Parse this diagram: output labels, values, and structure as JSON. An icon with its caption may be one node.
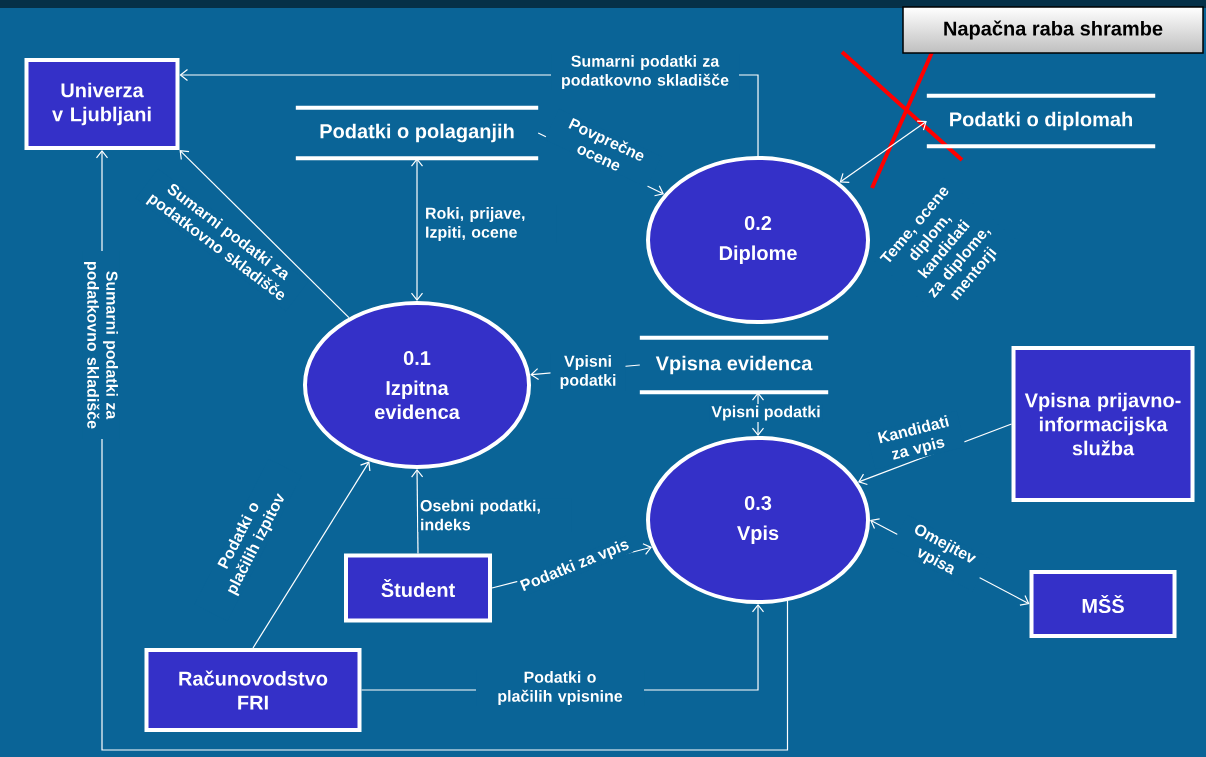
{
  "diagram": {
    "nodes": [
      {
        "text": [
          "Univerza v Ljubljani"
        ]
      },
      {
        "text": [
          "Podatki o polaganjih"
        ]
      },
      {
        "text": [
          "0.2",
          "Diplome"
        ]
      },
      {
        "text": [
          "Podatki o diplomah"
        ]
      },
      {
        "text": [
          "Napačna raba shrambe"
        ]
      },
      {
        "text": [
          "0.1",
          "Izpitna evidenca"
        ]
      },
      {
        "text": [
          "Vpisna evidenca"
        ]
      },
      {
        "text": [
          "Vpisna prijavno-informacijska služba"
        ]
      },
      {
        "text": [
          "0.3",
          "Vpis"
        ]
      },
      {
        "text": [
          "Študent"
        ]
      },
      {
        "text": [
          "MŠŠ"
        ]
      },
      {
        "text": [
          "Računovodstvo FRI"
        ]
      }
    ],
    "edges": [
      {
        "from": 2,
        "to": 0,
        "arrow": "to",
        "label": "Sumarni podatki za podatkovno skladišče"
      },
      {
        "from": 1,
        "to": 2,
        "arrow": "to",
        "label": "Povprečne ocene"
      },
      {
        "from": 2,
        "to": 3,
        "arrow": "both",
        "label": "Teme, ocene diplom, kandidati za diplome, mentorji"
      },
      {
        "from": 5,
        "to": 0,
        "arrow": "to",
        "label": "Sumarni podatki za podatkovno skladišče"
      },
      {
        "from": 5,
        "to": 1,
        "arrow": "both",
        "label": "Roki, prijave, Izpiti, ocene"
      },
      {
        "from": 6,
        "to": 5,
        "arrow": "to",
        "label": "Vpisni podatki"
      },
      {
        "from": 6,
        "to": 8,
        "arrow": "both",
        "label": "Vpisni podatki"
      },
      {
        "from": 8,
        "to": 0,
        "arrow": "to",
        "label": "Sumarni podatki za podatkovno skladišče"
      },
      {
        "from": 7,
        "to": 8,
        "arrow": "to",
        "label": "Kandidati za vpis"
      },
      {
        "from": 8,
        "to": 10,
        "arrow": "both",
        "label": "Omejitev vpisa"
      },
      {
        "from": 9,
        "to": 5,
        "arrow": "to",
        "label": "Osebni podatki, indeks"
      },
      {
        "from": 9,
        "to": 8,
        "arrow": "to",
        "label": "Podatki za vpis"
      },
      {
        "from": 11,
        "to": 5,
        "arrow": "to",
        "label": "Podatki o plačilih izpitov"
      },
      {
        "from": 11,
        "to": 8,
        "arrow": "to",
        "label": "Podatki o plačilih vpisnine"
      }
    ]
  }
}
